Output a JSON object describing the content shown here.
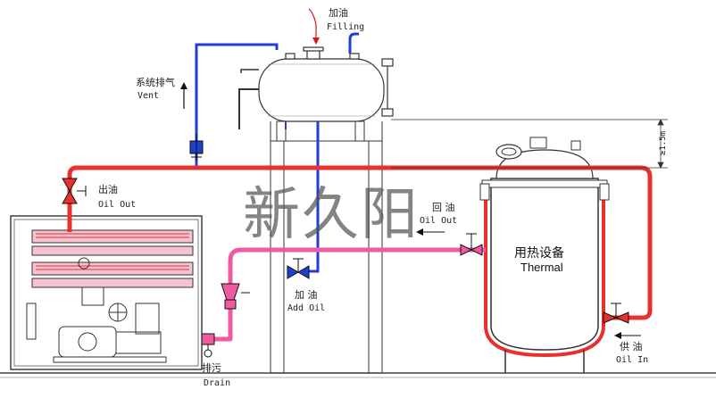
{
  "labels": {
    "filling_cn": "加油",
    "filling_en": "Filling",
    "vent_cn": "系统排气",
    "vent_en": "Vent",
    "oil_out_cn": "出油",
    "oil_out_en": "Oil Out",
    "return_cn": "回 油",
    "return_en": "Oil Out",
    "add_oil_cn": "加 油",
    "add_oil_en": "Add Oil",
    "drain_cn": "排污",
    "drain_en": "Drain",
    "supply_cn": "供 油",
    "supply_en": "Oil In",
    "thermal_cn": "用热设备",
    "thermal_en": "Thermal",
    "height_note": "≥1.5m",
    "watermark": "新久阳"
  },
  "colors": {
    "hot_oil": "#e8302c",
    "return_oil": "#f05aa0",
    "fill_line": "#1f3fd0",
    "equipment_outline": "#333333"
  }
}
